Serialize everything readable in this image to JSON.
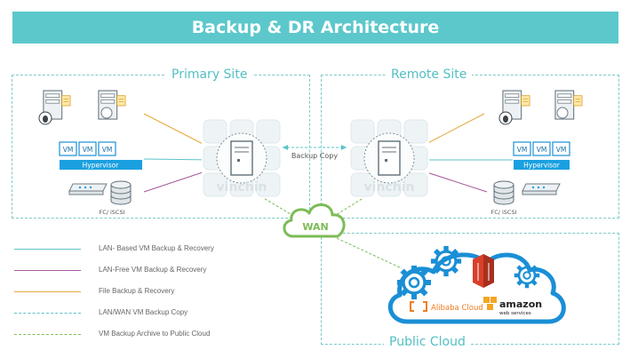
{
  "header": {
    "title": "Backup & DR Architecture"
  },
  "zones": {
    "primary": {
      "title": "Primary Site"
    },
    "remote": {
      "title": "Remote Site"
    },
    "public_cloud": {
      "title": "Public Cloud"
    }
  },
  "primary": {
    "vm_labels": [
      "VM",
      "VM",
      "VM"
    ],
    "hypervisor_label": "Hypervisor",
    "storage_label": "FC/ iSCSI",
    "appliance_brand": "vinchin"
  },
  "remote": {
    "vm_labels": [
      "VM",
      "VM",
      "VM"
    ],
    "hypervisor_label": "Hypervisor",
    "storage_label": "FC/ iSCSI",
    "appliance_brand": "vinchin"
  },
  "link": {
    "backup_copy_label": "Backup Copy"
  },
  "wan": {
    "label": "WAN"
  },
  "cloud": {
    "alibaba_label": "Alibaba Cloud",
    "amazon_label": "amazon",
    "amazon_sub": "web services"
  },
  "legend": [
    {
      "label": "LAN- Based VM Backup & Recovery",
      "color": "#5cc3c8",
      "style": "solid"
    },
    {
      "label": "LAN-Free VM Backup & Recovery",
      "color": "#a5589e",
      "style": "solid"
    },
    {
      "label": "File Backup & Recovery",
      "color": "#e3a93a",
      "style": "solid"
    },
    {
      "label": "LAN/WAN VM Backup Copy",
      "color": "#5cc3c8",
      "style": "dashed"
    },
    {
      "label": "VM Backup Archive to Public Cloud",
      "color": "#7dbb57",
      "style": "dashed"
    }
  ],
  "colors": {
    "accent": "#5cc8cc",
    "hypervisor": "#1aa0e0",
    "wan": "#7dbb57",
    "cloud": "#1a8fd6",
    "gear": "#1a8fd6",
    "aws_red": "#d9402a",
    "alibaba": "#f37c1e"
  }
}
